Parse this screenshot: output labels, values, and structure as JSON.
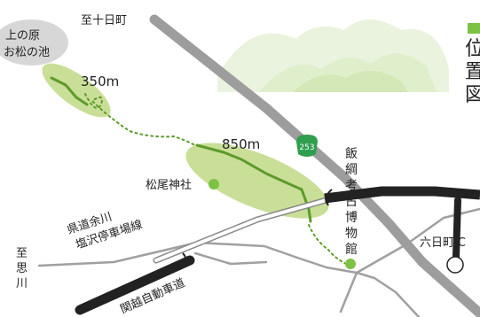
{
  "map": {
    "direction_tokamachi": "至十日町",
    "direction_omoikawa": [
      "至",
      "思",
      "川"
    ],
    "pond_label": [
      "上の原",
      "お松の池"
    ],
    "trail_short": "350m",
    "trail_long": "850m",
    "shrine": "松尾神社",
    "museum": [
      "飯",
      "綱",
      "考",
      "古",
      "博",
      "物",
      "館"
    ],
    "ic": "六日町IC",
    "route_number": "253",
    "bus_stop": [
      "県道余川",
      "塩沢停車場線"
    ],
    "expressway": "関越自動車道",
    "corner_title": [
      "位",
      "置",
      "図"
    ]
  },
  "colors": {
    "accent": "#7cc243",
    "trail": "#5e9a2c",
    "trail_area": "#c9df97",
    "hill": "#e9f2dc",
    "road_gray": "#9c9c9c",
    "expressway": "#222222",
    "pond": "#d7d7d7"
  }
}
